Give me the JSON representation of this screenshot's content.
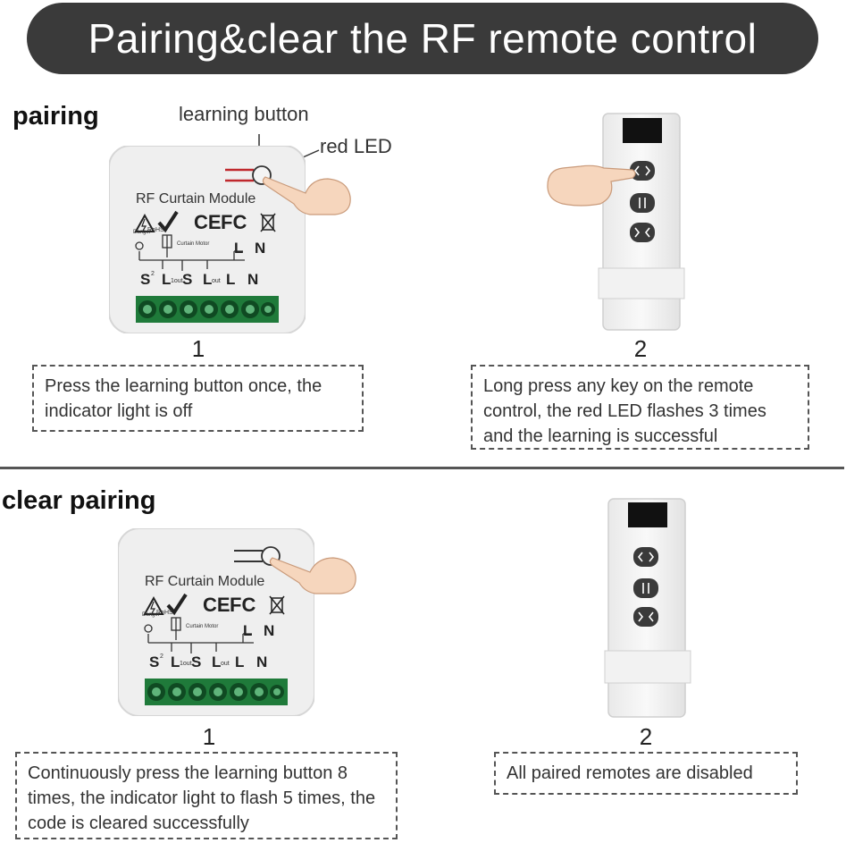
{
  "title": "Pairing&clear the RF remote control",
  "pairing": {
    "heading": "pairing",
    "callout_learning_button": "learning button",
    "callout_red_led": "red LED",
    "step1_number": "1",
    "step1_caption": "Press the learning button once, the indicator light is off",
    "step2_number": "2",
    "step2_caption": "Long press any key on the remote control, the red LED flashes 3 times and the learning is successful"
  },
  "clear": {
    "heading": "clear pairing",
    "step1_number": "1",
    "step1_caption": "Continuously press the learning button 8 times, the indicator light to flash 5 times, the code is cleared successfully",
    "step2_number": "2",
    "step2_caption": "All paired remotes are disabled"
  },
  "module": {
    "label": "RF Curtain Module",
    "mark_rohs": "RoHS",
    "mark_danger": "Danger",
    "mark_ce": "CE",
    "mark_fc": "FC",
    "curtain_motor": "Curtain Motor",
    "top_L": "L",
    "top_N": "N",
    "terminal_S2": "S",
    "terminal_S2_sup": "2",
    "terminal_L1": "L",
    "terminal_L1_sub": "1out",
    "terminal_S": "S",
    "terminal_Lout": "L",
    "terminal_Lout_sub": "out",
    "terminal_L": "L",
    "terminal_N": "N"
  },
  "colors": {
    "title_bg": "#3a3a3a",
    "title_text": "#ffffff",
    "led_red": "#c0282d",
    "terminal_green": "#1f7a3a",
    "remote_button": "#3a3a3a"
  }
}
